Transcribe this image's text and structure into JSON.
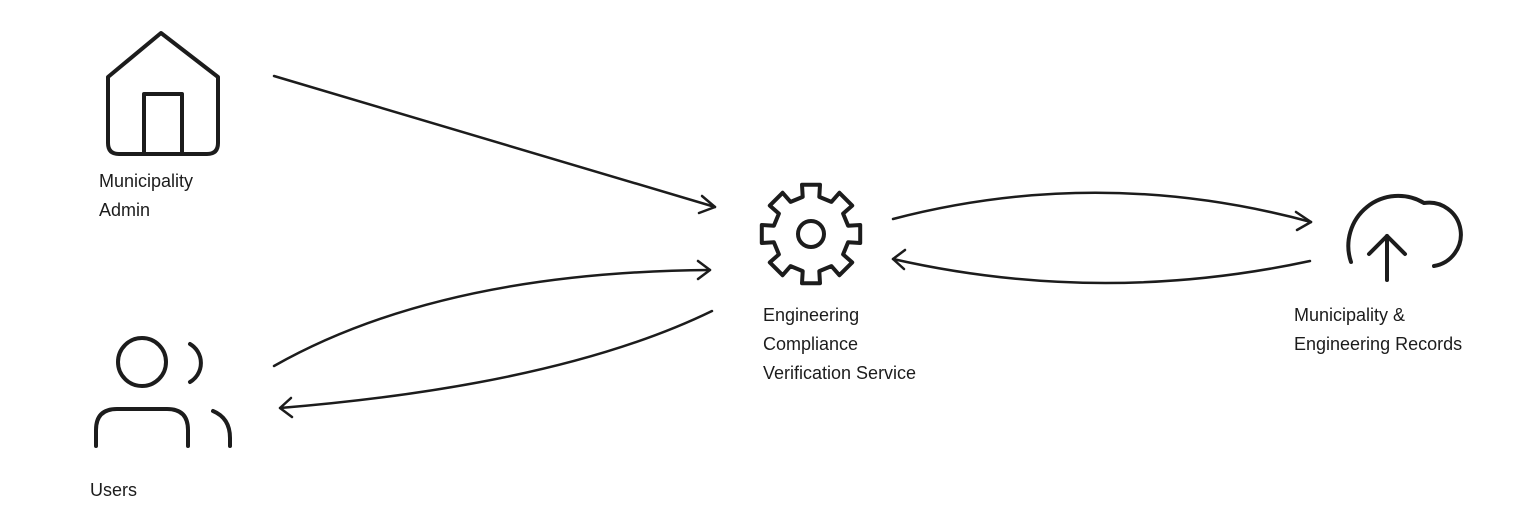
{
  "nodes": {
    "admin": {
      "icon": "house-icon",
      "lines": [
        "Municipality",
        "Admin"
      ]
    },
    "users": {
      "icon": "users-icon",
      "lines": [
        "Users"
      ]
    },
    "service": {
      "icon": "gear-icon",
      "lines": [
        "Engineering",
        "Compliance",
        "Verification Service"
      ]
    },
    "records": {
      "icon": "cloud-upload-icon",
      "lines": [
        "Municipality &",
        "Engineering Records"
      ]
    }
  },
  "edges": [
    {
      "from": "admin",
      "to": "service"
    },
    {
      "from": "users",
      "to": "service"
    },
    {
      "from": "service",
      "to": "users"
    },
    {
      "from": "service",
      "to": "records"
    },
    {
      "from": "records",
      "to": "service"
    }
  ],
  "colors": {
    "stroke": "#1c1c1c",
    "background": "#ffffff"
  }
}
